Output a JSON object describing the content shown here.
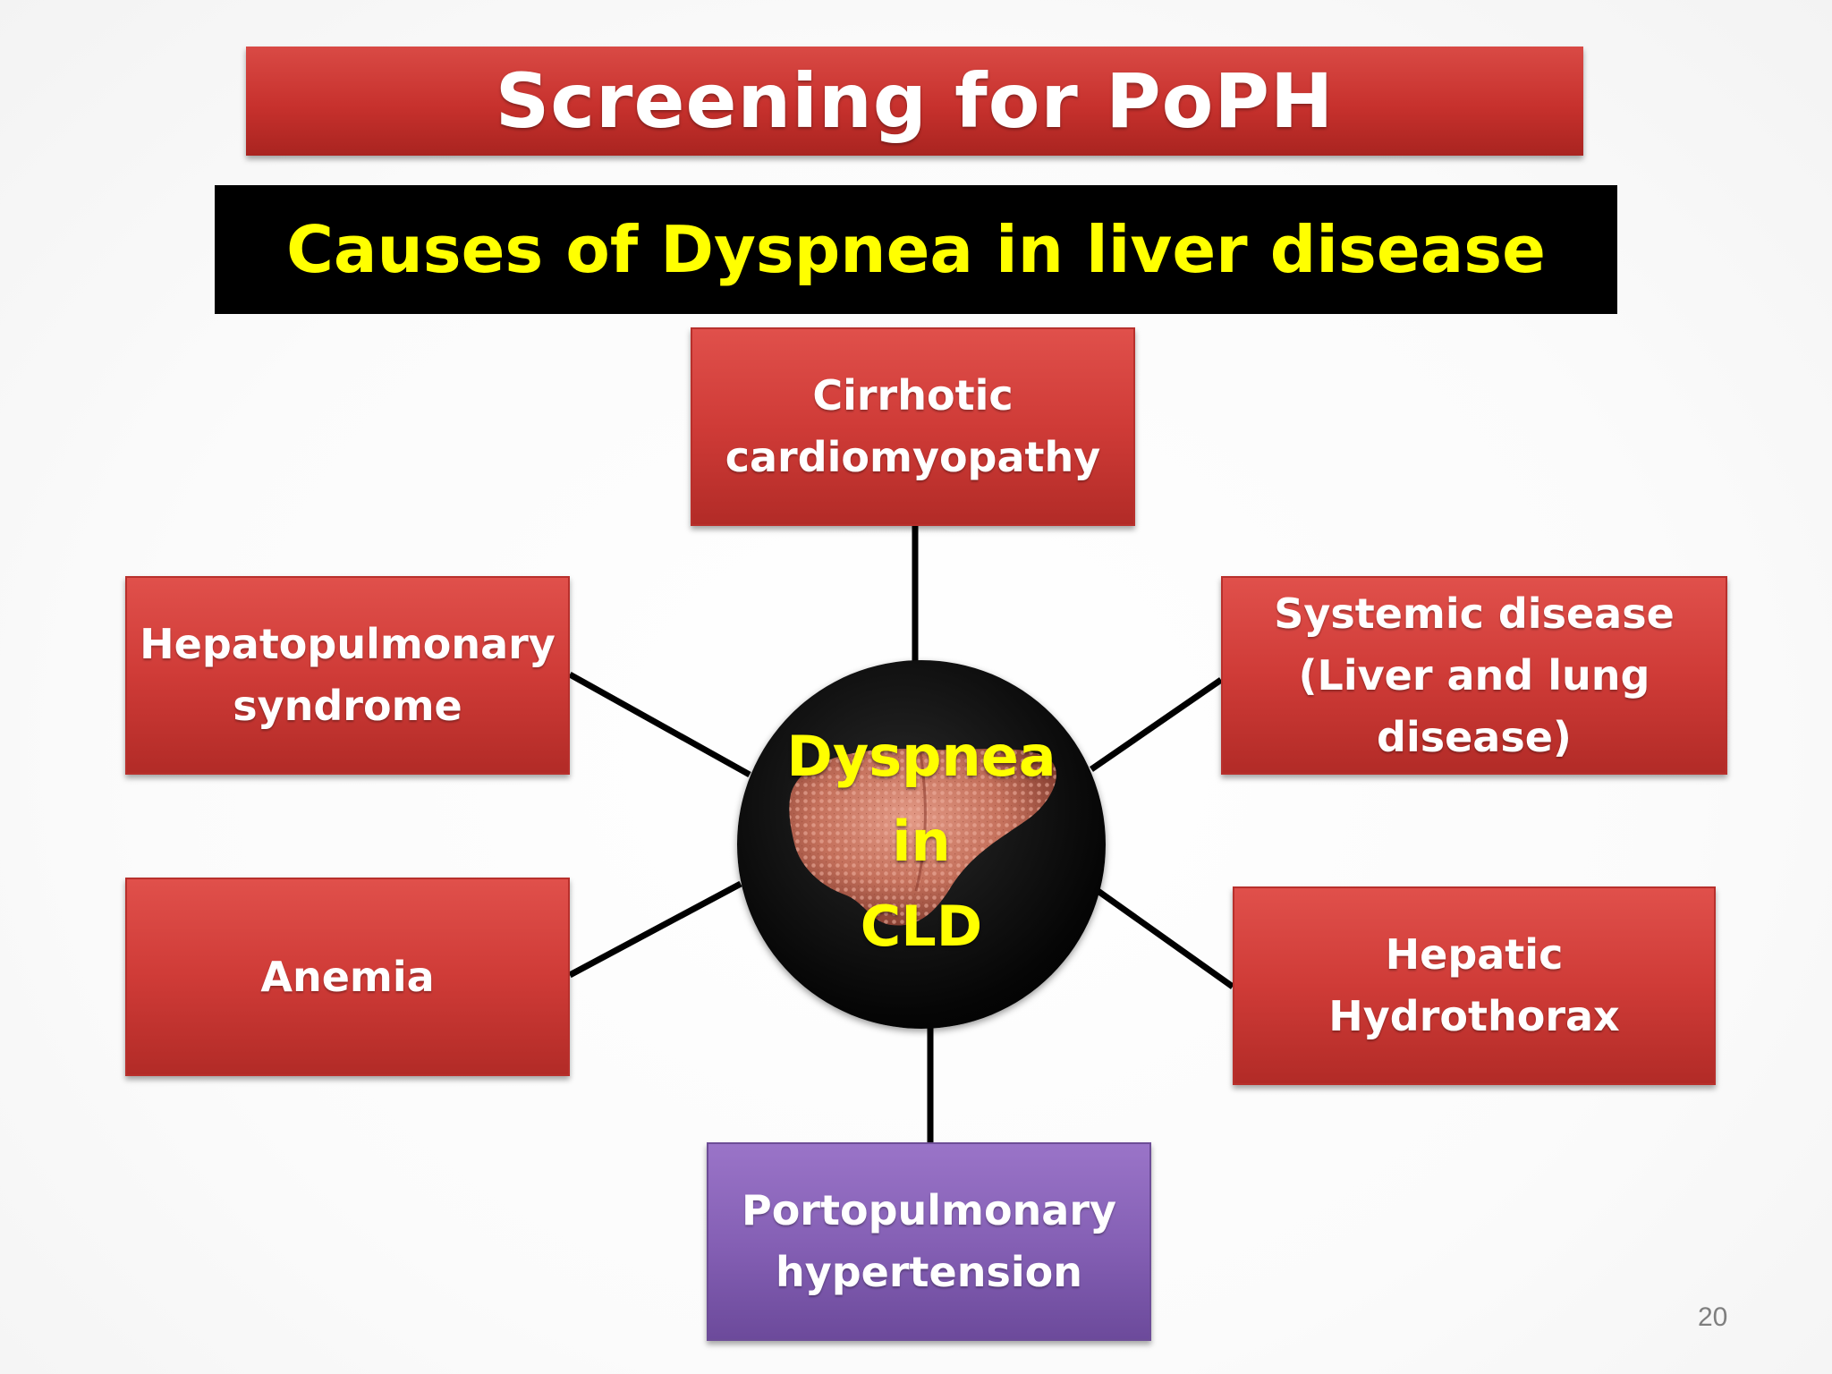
{
  "title": "Screening for PoPH",
  "subtitle": "Causes of Dyspnea in liver disease",
  "hub": {
    "lines": [
      "Dyspnea",
      "in",
      "CLD"
    ]
  },
  "nodes": {
    "cirrhotic_cardiomyopathy": [
      "Cirrhotic",
      "cardiomyopathy"
    ],
    "hepatopulmonary_syndrome": [
      "Hepatopulmonary",
      "syndrome"
    ],
    "systemic_disease": [
      "Systemic disease",
      "(Liver and lung",
      "disease)"
    ],
    "anemia": [
      "Anemia"
    ],
    "hepatic_hydrothorax": [
      "Hepatic Hydrothorax"
    ],
    "portopulmonary_hypertension": [
      "Portopulmonary",
      "hypertension"
    ]
  },
  "page_number": "20",
  "colors": {
    "title_red": "#c7312d",
    "box_red": "#cf3b37",
    "box_purple": "#8560b5",
    "subtitle_bg": "#000000",
    "subtitle_text": "#ffff00",
    "hub_text": "#ffff00"
  }
}
